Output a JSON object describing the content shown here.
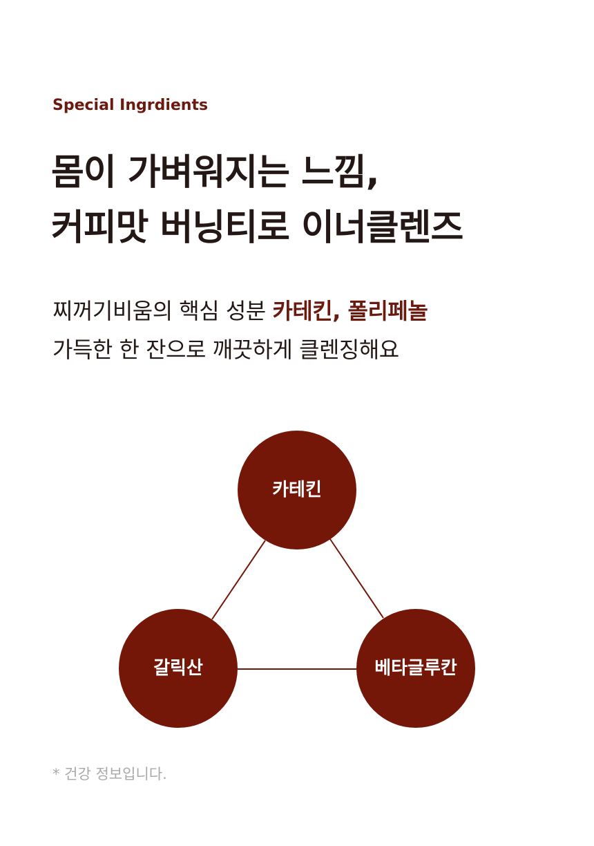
{
  "eyebrow": "Special Ingrdients",
  "headline": {
    "line1": "몸이 가벼워지는 느낌,",
    "line2": "커피맛 버닝티로 이너클렌즈"
  },
  "description": {
    "line1_prefix": "찌꺼기비움의 핵심 성분 ",
    "line1_highlight": "카테킨, 폴리페놀",
    "line2": "가득한 한 잔으로 깨끗하게 클렌징해요"
  },
  "diagram": {
    "nodes": [
      {
        "label": "카테킨"
      },
      {
        "label": "갈릭산"
      },
      {
        "label": "베타글루칸"
      }
    ],
    "colors": {
      "node_fill": "#741608",
      "line": "#741608"
    }
  },
  "footnote": "* 건강 정보입니다."
}
